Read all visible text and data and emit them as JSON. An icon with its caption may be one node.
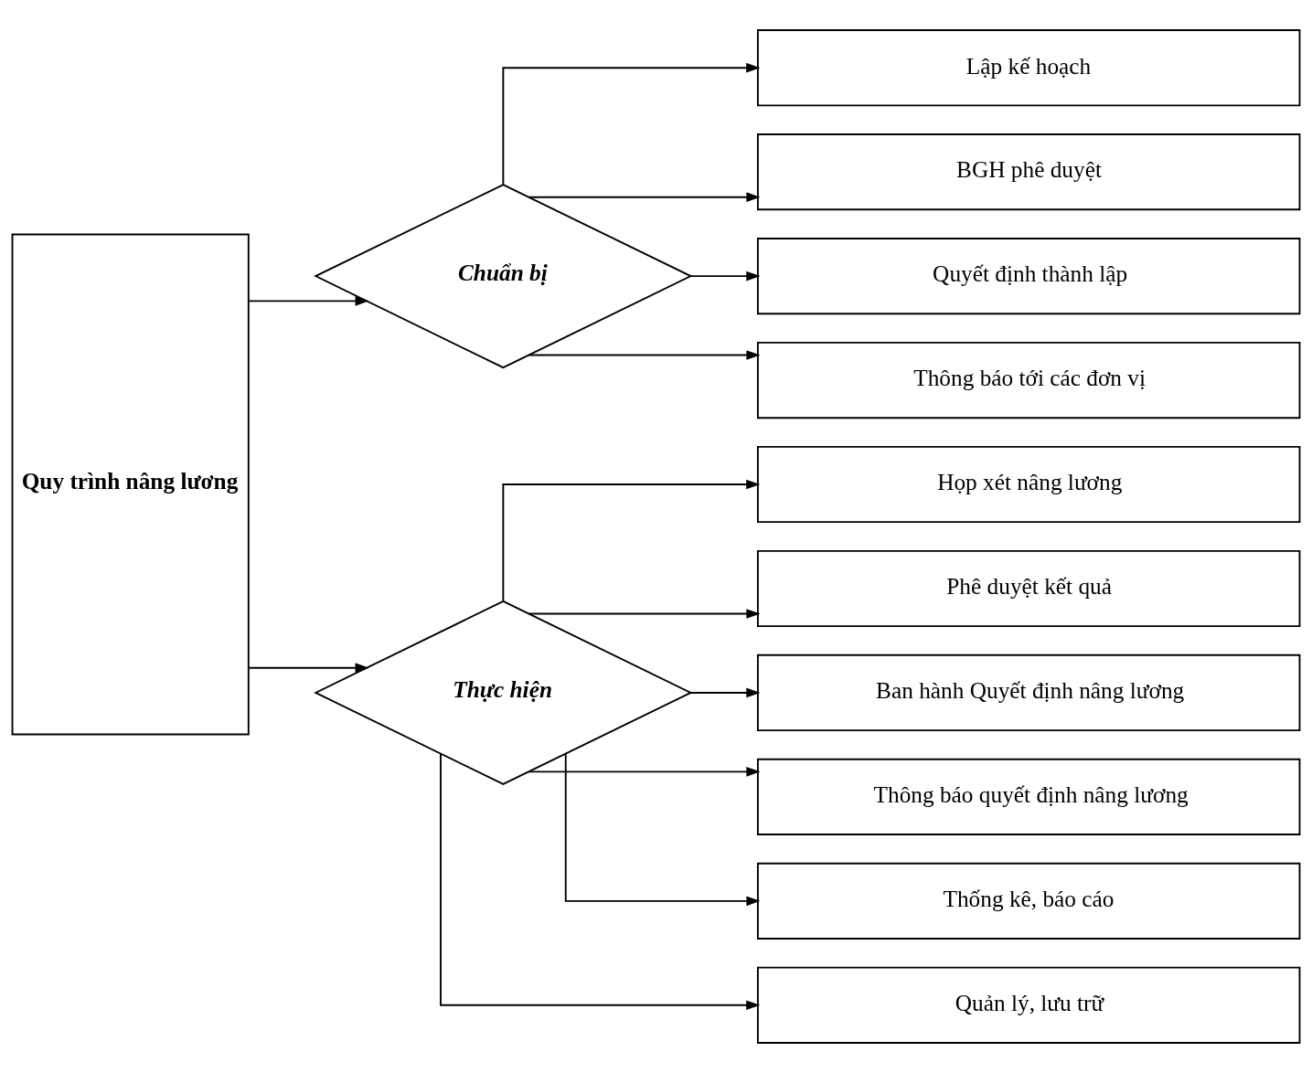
{
  "diagram": {
    "nodes": [
      {
        "text": [
          "Quy trình nâng lương"
        ]
      },
      {
        "text": [
          "Chuẩn bị"
        ]
      },
      {
        "text": [
          "Thực hiện"
        ]
      },
      {
        "text": [
          "Lập kế hoạch"
        ]
      },
      {
        "text": [
          "BGH phê duyệt"
        ]
      },
      {
        "text": [
          "Quyết định thành lập"
        ]
      },
      {
        "text": [
          "Thông báo tới các đơn vị"
        ]
      },
      {
        "text": [
          "Họp xét nâng lương"
        ]
      },
      {
        "text": [
          "Phê duyệt kết quả"
        ]
      },
      {
        "text": [
          "Ban hành Quyết định nâng lương"
        ]
      },
      {
        "text": [
          "Thông báo quyết định nâng lương"
        ]
      },
      {
        "text": [
          "Thống kê, báo cáo"
        ]
      },
      {
        "text": [
          "Quản lý, lưu trữ"
        ]
      }
    ],
    "edges": [
      {
        "from": 0,
        "to": 1,
        "arrow": "to"
      },
      {
        "from": 0,
        "to": 2,
        "arrow": "to"
      },
      {
        "from": 1,
        "to": 3,
        "arrow": "to"
      },
      {
        "from": 1,
        "to": 4,
        "arrow": "to"
      },
      {
        "from": 1,
        "to": 5,
        "arrow": "to"
      },
      {
        "from": 1,
        "to": 6,
        "arrow": "to"
      },
      {
        "from": 2,
        "to": 7,
        "arrow": "to"
      },
      {
        "from": 2,
        "to": 8,
        "arrow": "to"
      },
      {
        "from": 2,
        "to": 9,
        "arrow": "to"
      },
      {
        "from": 2,
        "to": 10,
        "arrow": "to"
      },
      {
        "from": 2,
        "to": 11,
        "arrow": "to"
      },
      {
        "from": 2,
        "to": 12,
        "arrow": "to"
      }
    ]
  }
}
